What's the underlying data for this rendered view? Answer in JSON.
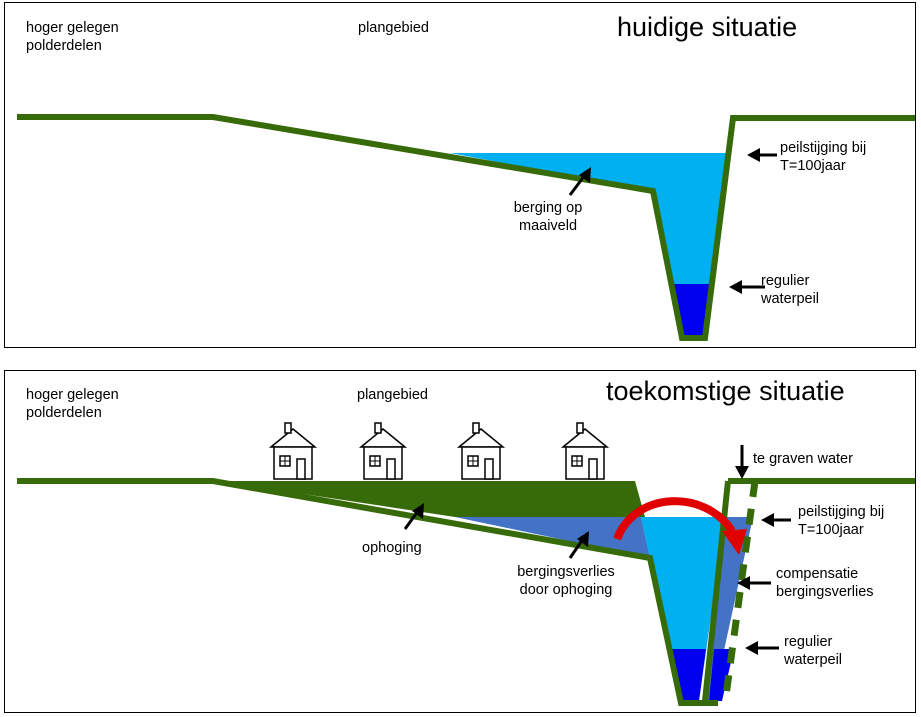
{
  "top_panel": {
    "title": "huidige situatie",
    "labels": {
      "higher_polders": "hoger gelegen\npolderdelen",
      "plan_area": "plangebied",
      "surface_storage": "berging op\nmaaiveld",
      "rise_t100": "peilstijging bij\nT=100jaar",
      "regular_level": "regulier\nwaterpeil"
    }
  },
  "bottom_panel": {
    "title": "toekomstige situatie",
    "labels": {
      "higher_polders": "hoger gelegen\npolderdelen",
      "plan_area": "plangebied",
      "new_water": "te graven water",
      "raising": "ophoging",
      "storage_loss": "bergingsverlies\ndoor ophoging",
      "rise_t100": "peilstijging bij\nT=100jaar",
      "compensation": "compensatie\nbergingsverlies",
      "regular_level": "regulier\nwaterpeil"
    }
  },
  "colors": {
    "ground": "#376b0a",
    "flood_water": "#00b0f0",
    "regular_water": "#0000ee",
    "lost_storage": "#4472c4",
    "arrow_red": "#e00000"
  }
}
